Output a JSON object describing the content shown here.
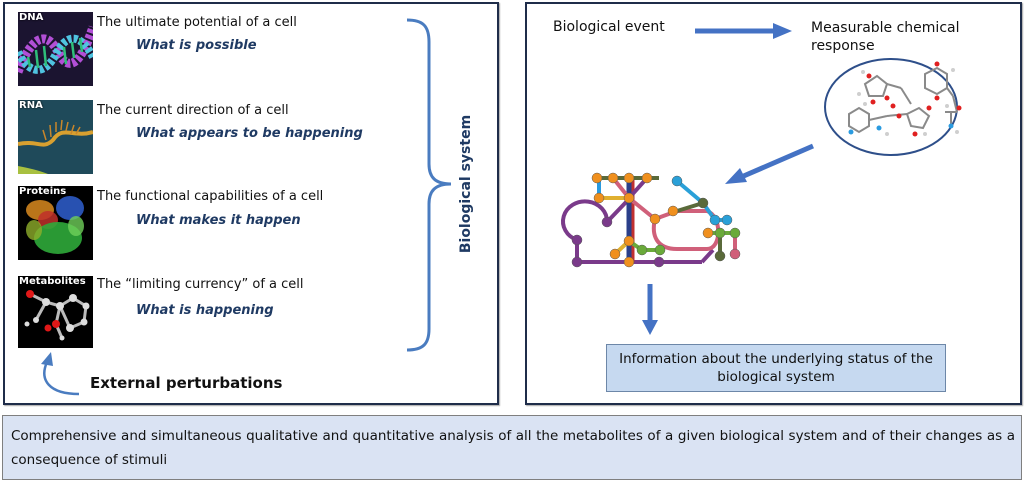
{
  "left_panel": {
    "items": [
      {
        "image_label": "DNA",
        "image_icon": "dna-helix-icon",
        "description": "The ultimate potential of a cell",
        "role": "What is possible"
      },
      {
        "image_label": "RNA",
        "image_icon": "rna-strand-icon",
        "description": "The current direction of a cell",
        "role": "What appears to be happening"
      },
      {
        "image_label": "Proteins",
        "image_icon": "protein-structure-icon",
        "description": "The functional capabilities of a cell",
        "role": "What makes it happen"
      },
      {
        "image_label": "Metabolites",
        "image_icon": "metabolite-molecule-icon",
        "description": "The “limiting currency” of a cell",
        "role": "What is happening"
      }
    ],
    "bracket_label": "Biological system",
    "perturbation_label": "External perturbations"
  },
  "right_panel": {
    "event_label": "Biological event",
    "response_label": "Measurable chemical response",
    "result_label": "Information about the underlying status of the biological system",
    "molecules_icon": "metabolite-mixture-icon",
    "network_icon": "metabolic-network-icon"
  },
  "definition": "Comprehensive and simultaneous qualitative and quantitative analysis of all the metabolites of a given biological system and of their changes as a consequence of stimuli",
  "colors": {
    "arrow": "#4472c4",
    "panel_border": "#1f2d4a",
    "role_text": "#1f3a63",
    "info_box_bg": "#c6d9f0",
    "definition_bg": "#dae3f3"
  }
}
